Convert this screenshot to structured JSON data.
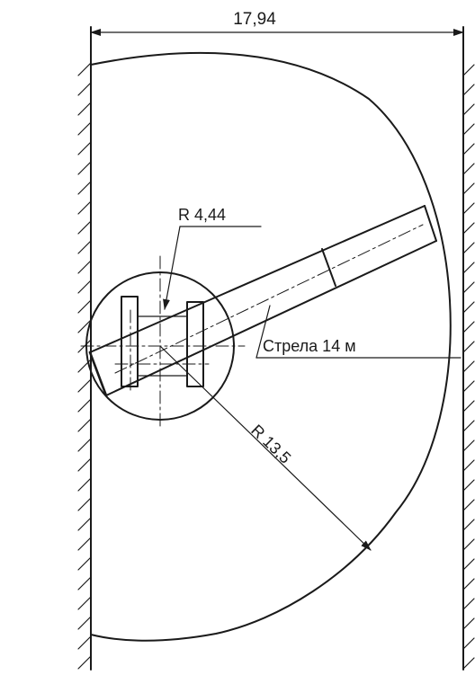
{
  "drawing": {
    "overall_width_label": "17,94",
    "small_radius_label": "R 4,44",
    "large_radius_label": "R 13,5",
    "boom_label": "Стрела 14 м"
  },
  "colors": {
    "ink": "#1a1a1a",
    "paper": "#ffffff"
  }
}
